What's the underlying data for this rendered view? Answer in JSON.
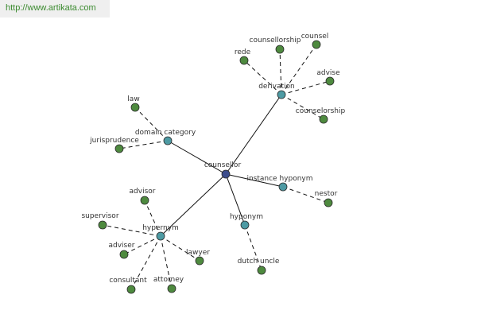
{
  "header": {
    "url": "http://www.artikata.com"
  },
  "colors": {
    "root": "#3d4d8c",
    "relation": "#4d9aa3",
    "leaf": "#4e8a3f",
    "edge": "#111111",
    "text": "#333333"
  },
  "graph": {
    "root": "counsellor",
    "relations": [
      {
        "id": "derivation",
        "label": "derivation",
        "terms": [
          "rede",
          "counsellorship",
          "counsel",
          "advise",
          "counselorship"
        ]
      },
      {
        "id": "domain-category",
        "label": "domain category",
        "terms": [
          "law",
          "jurisprudence"
        ]
      },
      {
        "id": "instance-hyponym",
        "label": "instance hyponym",
        "terms": [
          "nestor"
        ]
      },
      {
        "id": "hyponym",
        "label": "hyponym",
        "terms": [
          "dutch uncle"
        ]
      },
      {
        "id": "hypernym",
        "label": "hypernym",
        "terms": [
          "advisor",
          "supervisor",
          "adviser",
          "consultant",
          "attorney",
          "lawyer"
        ]
      }
    ]
  }
}
